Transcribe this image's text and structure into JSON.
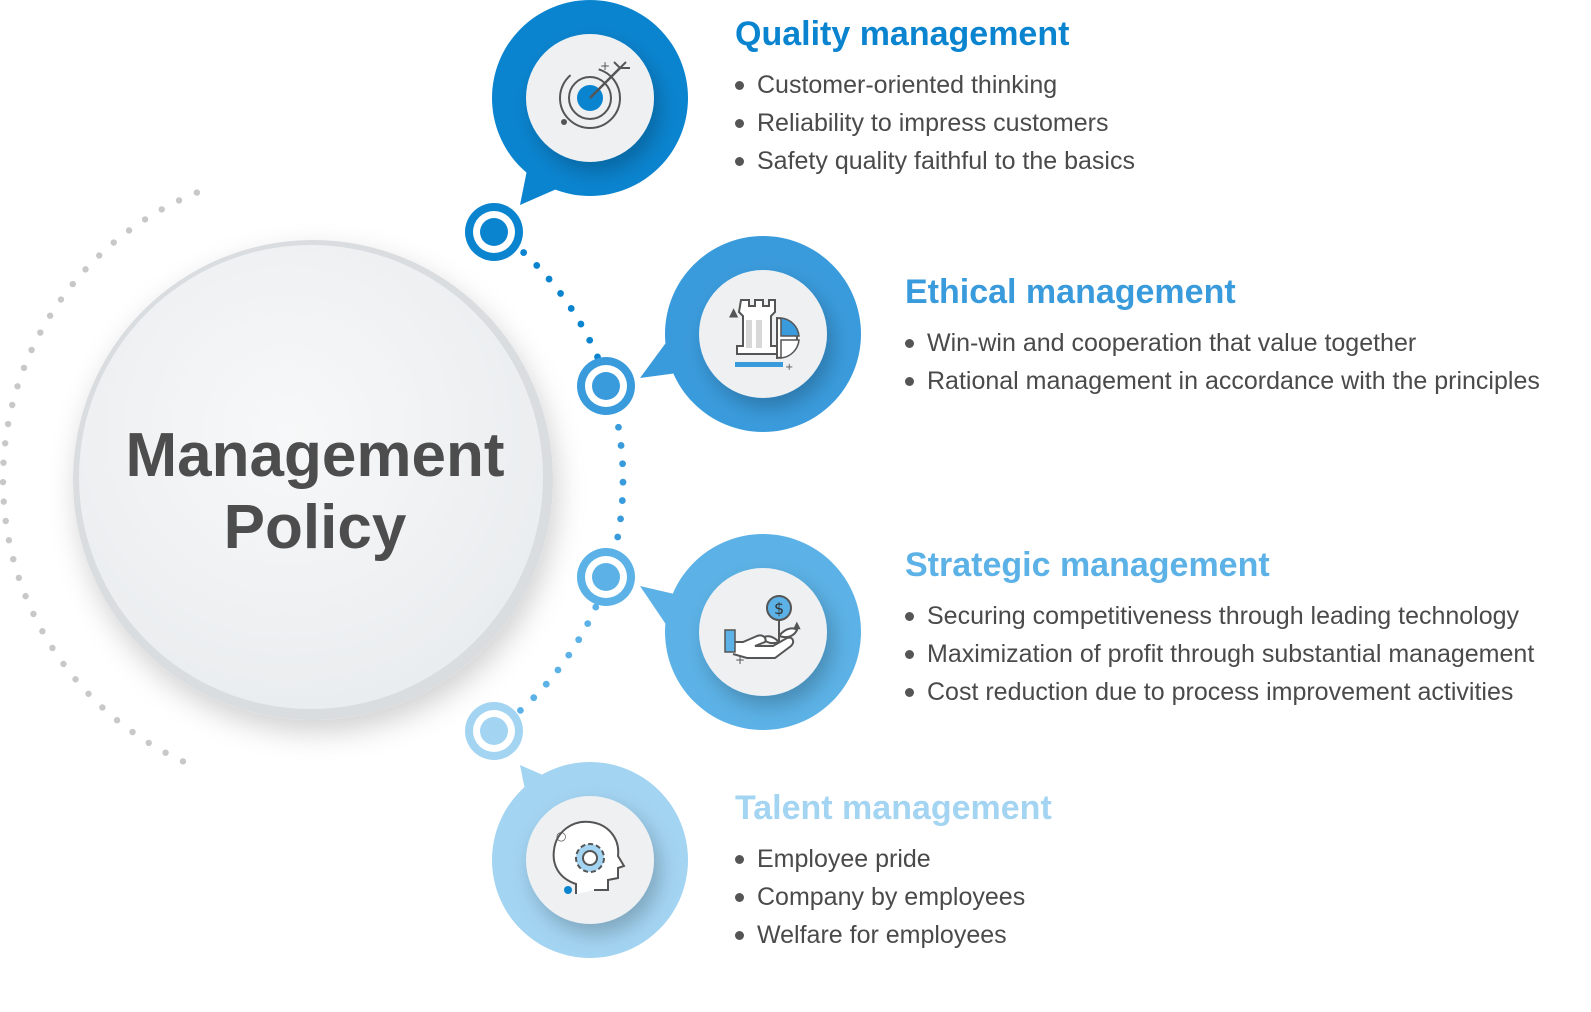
{
  "center": {
    "line1": "Management",
    "line2": "Policy"
  },
  "colors": {
    "quality": "#0b84cf",
    "ethical": "#3a9bdc",
    "strategic": "#5cb2e6",
    "talent": "#a3d4f2",
    "text": "#4a4a4a",
    "dots_gray": "#c8c8c8"
  },
  "sections": [
    {
      "key": "quality",
      "title": "Quality management",
      "icon": "target-icon",
      "items": [
        "Customer-oriented thinking",
        "Reliability to impress customers",
        "Safety quality faithful to the basics"
      ]
    },
    {
      "key": "ethical",
      "title": "Ethical management",
      "icon": "chess-rook-pie-icon",
      "items": [
        "Win-win and cooperation that value together",
        "Rational management in accordance with the principles"
      ]
    },
    {
      "key": "strategic",
      "title": "Strategic management",
      "icon": "hand-money-plant-icon",
      "items": [
        "Securing competitiveness through leading technology",
        "Maximization of profit through substantial management",
        "Cost reduction due to process improvement activities"
      ]
    },
    {
      "key": "talent",
      "title": "Talent management",
      "icon": "head-gear-icon",
      "items": [
        "Employee pride",
        "Company by employees",
        "Welfare for employees"
      ]
    }
  ]
}
